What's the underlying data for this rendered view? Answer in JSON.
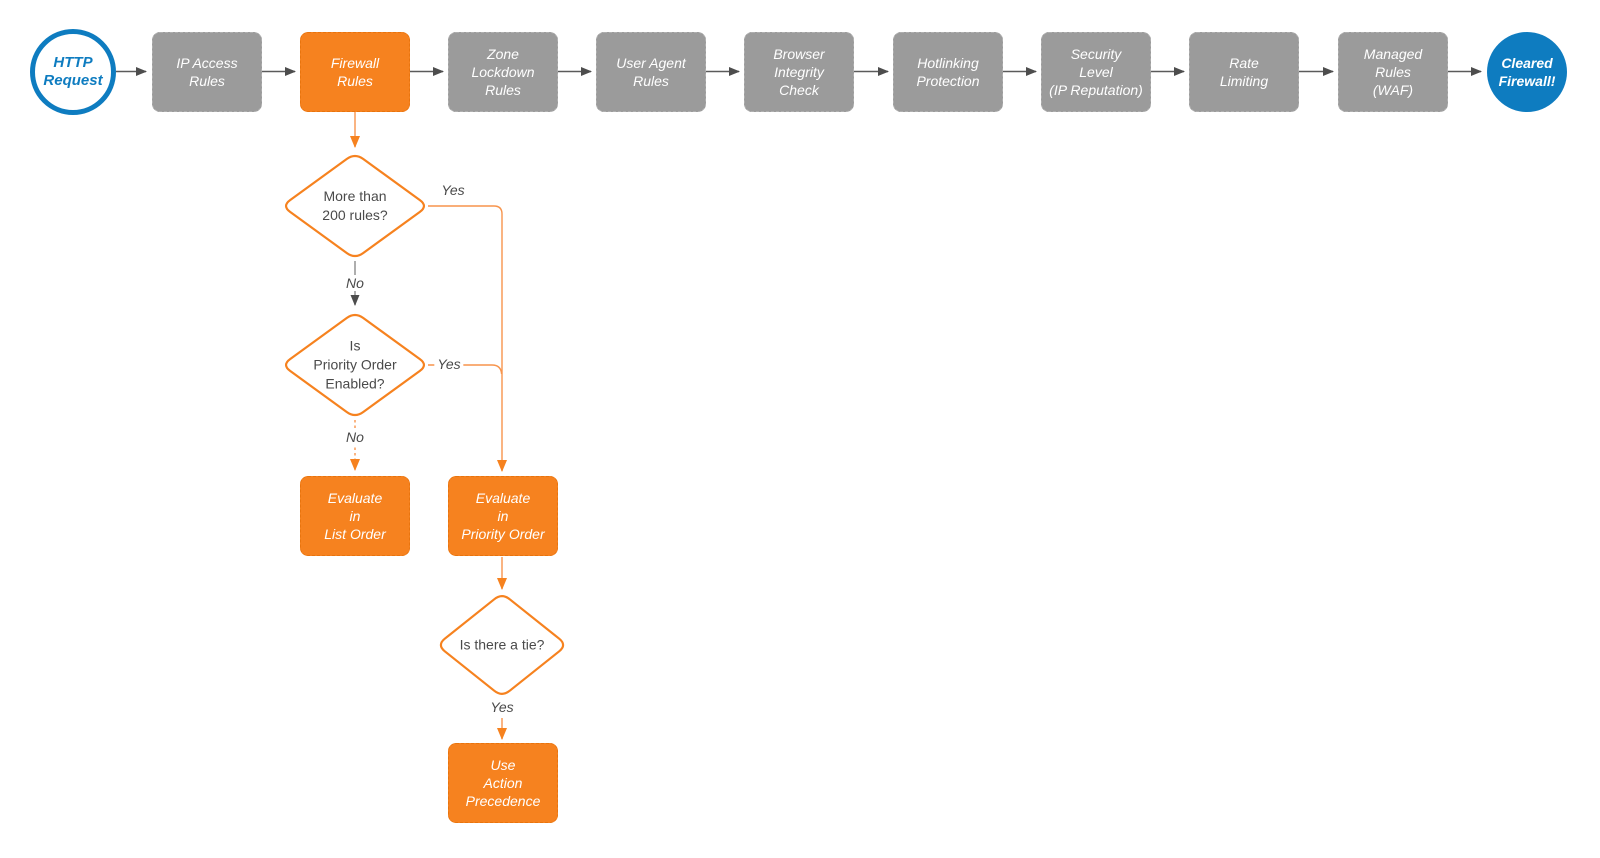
{
  "diagram": {
    "colors": {
      "accent_orange": "#F6821F",
      "node_gray": "#9B9B9B",
      "accent_blue": "#0E7CC0",
      "connector_dark": "#4D4D4D",
      "text_dark": "#4A4A4A",
      "node_text": "#FFFFFF"
    },
    "nodes": {
      "start": {
        "label": "HTTP\nRequest"
      },
      "ip_access": {
        "label": "IP Access\nRules"
      },
      "firewall": {
        "label": "Firewall\nRules"
      },
      "zone_lockdown": {
        "label": "Zone\nLockdown\nRules"
      },
      "user_agent": {
        "label": "User Agent\nRules"
      },
      "browser_integrity": {
        "label": "Browser\nIntegrity\nCheck"
      },
      "hotlinking": {
        "label": "Hotlinking\nProtection"
      },
      "security_level": {
        "label": "Security\nLevel\n(IP Reputation)"
      },
      "rate_limiting": {
        "label": "Rate\nLimiting"
      },
      "managed_rules": {
        "label": "Managed\nRules\n(WAF)"
      },
      "end": {
        "label": "Cleared\nFirewall!"
      },
      "decision_more_200": {
        "label": "More than\n200 rules?"
      },
      "decision_priority_enabled": {
        "label": "Is\nPriority Order\nEnabled?"
      },
      "decision_tie": {
        "label": "Is there a tie?"
      },
      "evaluate_list": {
        "label": "Evaluate\nin\nList Order"
      },
      "evaluate_priority": {
        "label": "Evaluate\nin\nPriority Order"
      },
      "use_action": {
        "label": "Use\nAction\nPrecedence"
      }
    },
    "edge_labels": {
      "yes1": "Yes",
      "no1": "No",
      "yes2": "Yes",
      "no2": "No",
      "yes3": "Yes"
    }
  }
}
